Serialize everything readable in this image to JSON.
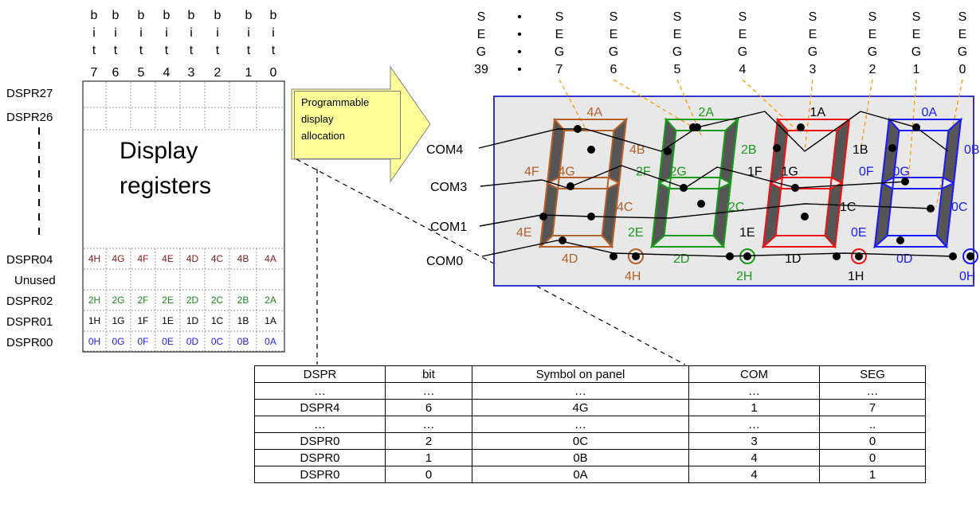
{
  "bit_header": {
    "letters": [
      "b",
      "i",
      "t"
    ],
    "numbers": [
      "7",
      "6",
      "5",
      "4",
      "3",
      "2",
      "1",
      "0"
    ]
  },
  "registers": {
    "top_labels": [
      "DSPR27",
      "DSPR26"
    ],
    "box_title_line1": "Display",
    "box_title_line2": "registers",
    "rows": [
      {
        "label": "DSPR04",
        "cells": [
          "4H",
          "4G",
          "4F",
          "4E",
          "4D",
          "4C",
          "4B",
          "4A"
        ],
        "color": "#8b1a1a"
      },
      {
        "label": "Unused",
        "cells": [],
        "color": "#000000"
      },
      {
        "label": "DSPR02",
        "cells": [
          "2H",
          "2G",
          "2F",
          "2E",
          "2D",
          "2C",
          "2B",
          "2A"
        ],
        "color": "#1a8a1a"
      },
      {
        "label": "DSPR01",
        "cells": [
          "1H",
          "1G",
          "1F",
          "1E",
          "1D",
          "1C",
          "1B",
          "1A"
        ],
        "color": "#000000"
      },
      {
        "label": "DSPR00",
        "cells": [
          "0H",
          "0G",
          "0F",
          "0E",
          "0D",
          "0C",
          "0B",
          "0A"
        ],
        "color": "#1a1aff"
      }
    ]
  },
  "callout": {
    "lines": [
      "Programmable",
      "display",
      "allocation"
    ]
  },
  "seg_header": [
    {
      "chars": [
        "S",
        "E",
        "G",
        "39"
      ]
    },
    {
      "chars": [
        "•",
        "•",
        "•",
        "•"
      ]
    },
    {
      "chars": [
        "S",
        "E",
        "G",
        "7"
      ]
    },
    {
      "chars": [
        "S",
        "E",
        "G",
        "6"
      ]
    },
    {
      "chars": [
        "S",
        "E",
        "G",
        "5"
      ]
    },
    {
      "chars": [
        "S",
        "E",
        "G",
        "4"
      ]
    },
    {
      "chars": [
        "S",
        "E",
        "G",
        "3"
      ]
    },
    {
      "chars": [
        "S",
        "E",
        "G",
        "2"
      ]
    },
    {
      "chars": [
        "S",
        "E",
        "G",
        "1"
      ]
    },
    {
      "chars": [
        "S",
        "E",
        "G",
        "0"
      ]
    }
  ],
  "com_labels": [
    "COM4",
    "COM3",
    "COM1",
    "COM0"
  ],
  "digits": [
    {
      "color": "#b5602a",
      "segs": {
        "A": "4A",
        "B": "4B",
        "C": "4C",
        "D": "4D",
        "E": "4E",
        "F": "4F",
        "G": "4G",
        "H": "4H"
      }
    },
    {
      "color": "#1a9a1a",
      "segs": {
        "A": "2A",
        "B": "2B",
        "C": "2C",
        "D": "2D",
        "E": "2E",
        "F": "2F",
        "G": "2G",
        "H": "2H"
      }
    },
    {
      "color": "#000000",
      "segs": {
        "A": "1A",
        "B": "1B",
        "C": "1C",
        "D": "1D",
        "E": "1E",
        "F": "1F",
        "G": "1G",
        "H": "1H"
      }
    },
    {
      "color": "#1a1aff",
      "segs": {
        "A": "0A",
        "B": "0B",
        "C": "0C",
        "D": "0D",
        "E": "0E",
        "F": "0F",
        "G": "0G",
        "H": "0H"
      }
    }
  ],
  "colors": {
    "panel_bg": "#e8e8e8",
    "panel_border": "#3333cc",
    "seg_line": "#ff9900",
    "digit_4": "#b5602a",
    "digit_2": "#1a9a1a",
    "digit_1": "#ee1111",
    "digit_0": "#1a1aff"
  },
  "table": {
    "headers": [
      "DSPR",
      "bit",
      "Symbol on panel",
      "COM",
      "SEG"
    ],
    "rows": [
      [
        "…",
        "…",
        "…",
        "…",
        "…"
      ],
      [
        "DSPR4",
        "6",
        "4G",
        "1",
        "7"
      ],
      [
        "…",
        "…",
        "…",
        "…",
        ".."
      ],
      [
        "DSPR0",
        "2",
        "0C",
        "3",
        "0"
      ],
      [
        "DSPR0",
        "1",
        "0B",
        "4",
        "0"
      ],
      [
        "DSPR0",
        "0",
        "0A",
        "4",
        "1"
      ]
    ]
  }
}
